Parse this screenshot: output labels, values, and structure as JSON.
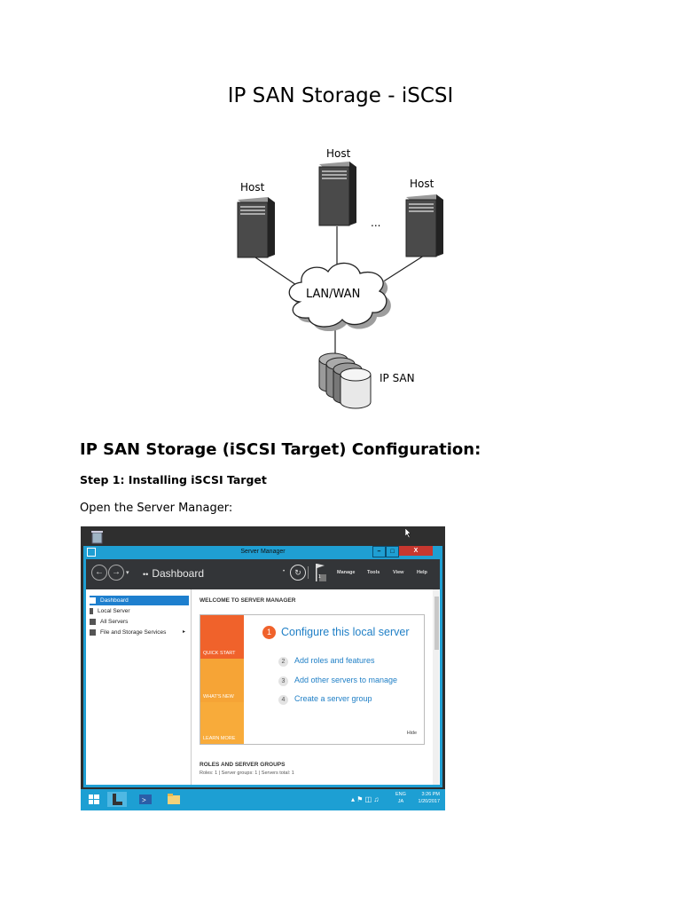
{
  "document": {
    "title": "IP SAN Storage - iSCSI",
    "diagram": {
      "host_left": "Host",
      "host_center": "Host",
      "host_right": "Host",
      "ellipsis": "...",
      "cloud": "LAN/WAN",
      "storage": "IP SAN"
    },
    "heading": "IP SAN Storage (iSCSI Target) Configuration:",
    "step1": "Step 1: Installing iSCSI Target",
    "paragraph": "Open the Server Manager:"
  },
  "screenshot": {
    "window_title": "Server Manager",
    "breadcrumb": "Dashboard",
    "breadcrumb_dots": "••",
    "flag_count": "1",
    "menu": [
      "Manage",
      "Tools",
      "View",
      "Help"
    ],
    "sidebar": [
      {
        "label": "Dashboard",
        "icon": "dashboard-icon"
      },
      {
        "label": "Local Server",
        "icon": "server-icon"
      },
      {
        "label": "All Servers",
        "icon": "servers-icon"
      },
      {
        "label": "File and Storage Services",
        "icon": "storage-icon"
      }
    ],
    "welcome": "WELCOME TO SERVER MANAGER",
    "tiles": [
      "QUICK START",
      "WHAT'S NEW",
      "LEARN MORE"
    ],
    "configure": {
      "num": "1",
      "label": "Configure this local server"
    },
    "steps": [
      {
        "num": "2",
        "label": "Add roles and features"
      },
      {
        "num": "3",
        "label": "Add other servers to manage"
      },
      {
        "num": "4",
        "label": "Create a server group"
      }
    ],
    "hide": "Hide",
    "roles_title": "ROLES AND SERVER GROUPS",
    "roles_sub": "Roles: 1  |  Server groups: 1  |  Servers total: 1",
    "tray": {
      "lang1": "ENG",
      "lang2": "JA",
      "time": "3:26 PM",
      "date": "1/20/2017"
    },
    "colors": {
      "accent": "#1f9fd3",
      "quickstart": "#f0622b",
      "orange": "#f6a436",
      "link": "#1f7fc6"
    }
  }
}
